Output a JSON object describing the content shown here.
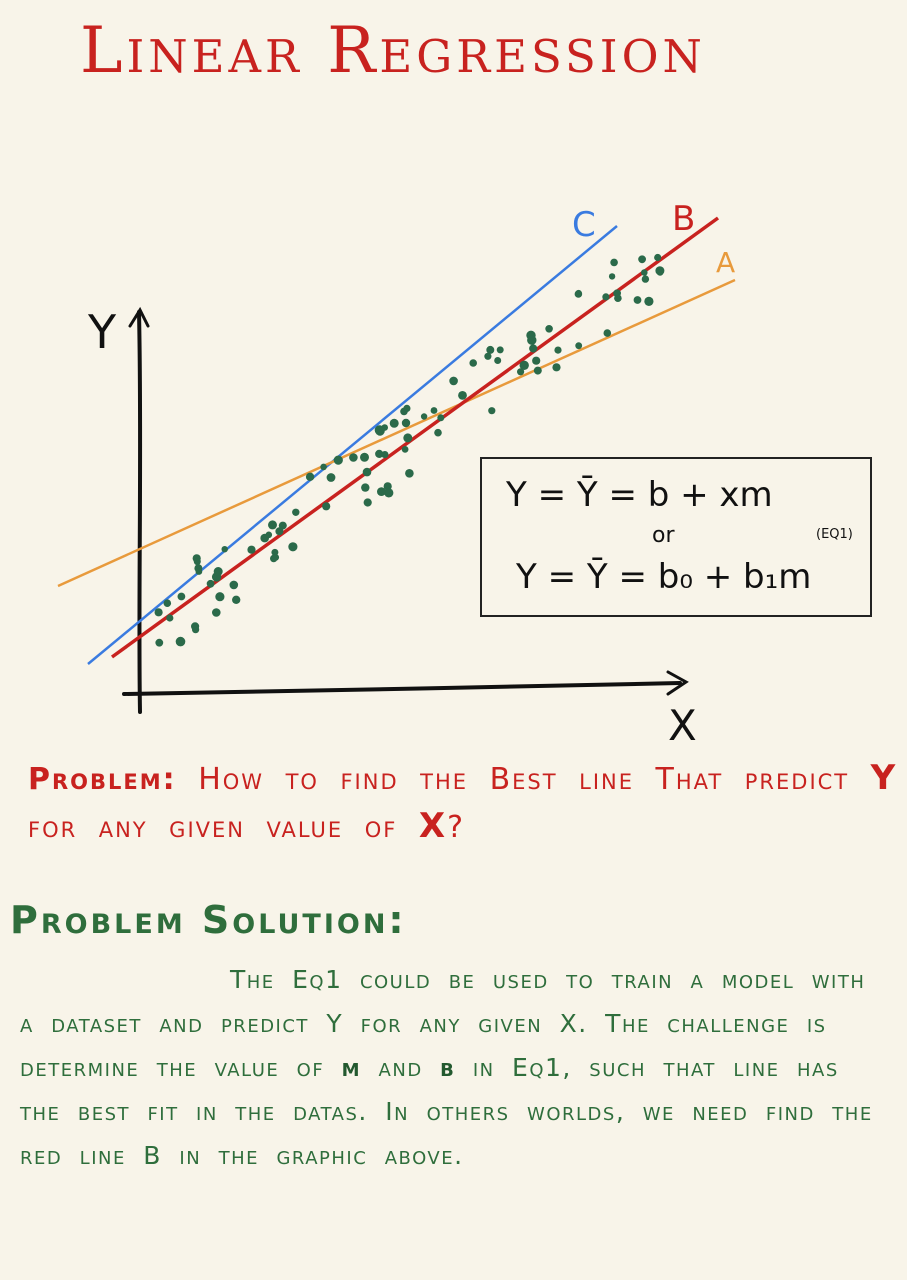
{
  "title": "Linear Regression",
  "diagram": {
    "y_axis_label": "Y",
    "x_axis_label": "X",
    "lines": [
      {
        "label": "C",
        "color": "#3a7be0"
      },
      {
        "label": "B",
        "color": "#c8221f"
      },
      {
        "label": "A",
        "color": "#e89a3c"
      }
    ],
    "point_color": "#2b6a4a",
    "equation_box": {
      "eq1": "Y = Ȳ = b + xm",
      "or": "or",
      "eq2": "Y = Ȳ = b₀ + b₁m",
      "tag": "(EQ1)"
    }
  },
  "problem": {
    "label": "Problem:",
    "part1": "How to find the Best line That predict",
    "y": "Y",
    "part2": "for any given value of",
    "x": "X",
    "end": "?"
  },
  "solution": {
    "title": "Problem Solution:",
    "p1": "The Eq1 could be used to train a model with a dataset and predict Y for any given X.",
    "p2a": "The challenge is determine the value of",
    "m": "m",
    "p2b": "and",
    "b": "b",
    "p2c": "in Eq1, such that line has the best fit in the datas. In others worlds, we need find the red line B in the graphic above."
  }
}
